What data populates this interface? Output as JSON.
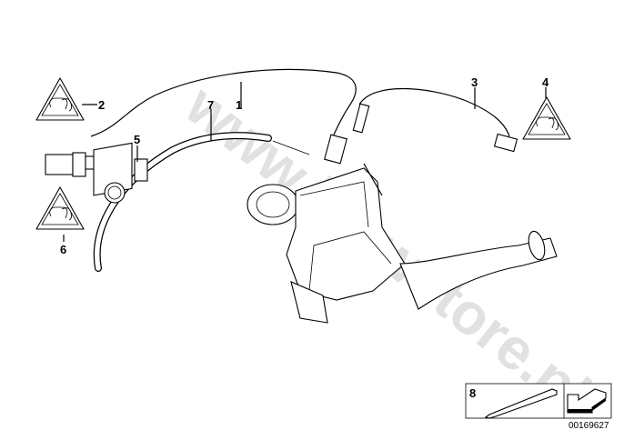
{
  "diagram": {
    "callouts": [
      {
        "number": "1",
        "part": "wiring-harness"
      },
      {
        "number": "2",
        "part": "warning-label"
      },
      {
        "number": "3",
        "part": "oxygen-sensor"
      },
      {
        "number": "4",
        "part": "warning-label"
      },
      {
        "number": "5",
        "part": "sensor-module"
      },
      {
        "number": "6",
        "part": "warning-label"
      },
      {
        "number": "7",
        "part": "hose"
      },
      {
        "number": "8",
        "part": "cable-tie"
      }
    ],
    "watermark": "www.bmwstore.pl",
    "diagram_code": "00169627"
  }
}
